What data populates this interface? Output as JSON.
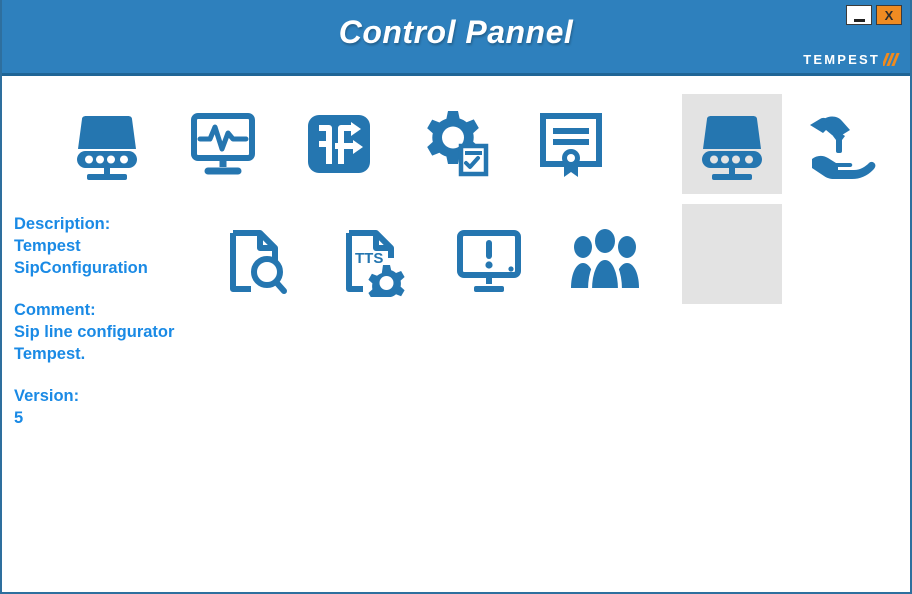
{
  "window": {
    "title": "Control Pannel",
    "brand": "TEMPEST",
    "buttons": {
      "minimize": "_",
      "close": "X"
    },
    "colors": {
      "titlebar": "#2e80bd",
      "titlebar_border": "#1f6596",
      "icon_blue": "#2576b0",
      "text_blue": "#1a8ae5",
      "selected_bg": "#e3e3e3",
      "close_button": "#ef8b22"
    }
  },
  "icons": [
    {
      "name": "pbx-switchboard-icon",
      "row": 0,
      "col": 0,
      "selected": false
    },
    {
      "name": "monitor-pulse-icon",
      "row": 0,
      "col": 1,
      "selected": false
    },
    {
      "name": "call-routing-icon",
      "row": 0,
      "col": 2,
      "selected": false
    },
    {
      "name": "gear-checklist-icon",
      "row": 0,
      "col": 3,
      "selected": false
    },
    {
      "name": "certificate-icon",
      "row": 0,
      "col": 4,
      "selected": false
    },
    {
      "name": "sip-configuration-icon",
      "row": 0,
      "col": 5,
      "selected": true
    },
    {
      "name": "hands-service-icon",
      "row": 0,
      "col": 6,
      "selected": false
    },
    {
      "name": "document-search-icon",
      "row": 1,
      "col": 1,
      "selected": false
    },
    {
      "name": "tts-settings-icon",
      "row": 1,
      "col": 2,
      "selected": false,
      "label": "TTS"
    },
    {
      "name": "monitor-alert-icon",
      "row": 1,
      "col": 3,
      "selected": false
    },
    {
      "name": "users-group-icon",
      "row": 1,
      "col": 4,
      "selected": false
    }
  ],
  "info": {
    "description_label": "Description:",
    "description_value": "Tempest SipConfiguration",
    "comment_label": "Comment:",
    "comment_value": "Sip line configurator Tempest.",
    "version_label": "Version:",
    "version_value": "5"
  }
}
